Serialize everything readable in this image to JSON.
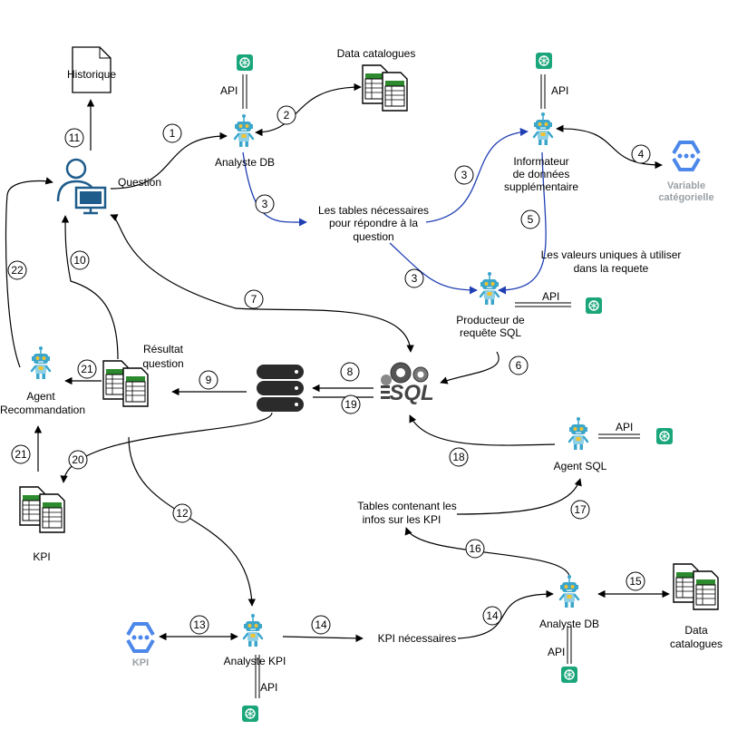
{
  "colors": {
    "agent_body": "#3aa6cc",
    "agent_body_light": "#8fd0e6",
    "agent_accent": "#f2c230",
    "openai_green": "#1aa67a",
    "gcp_blue": "#4c87ea",
    "user_blue": "#1e5c8c",
    "doc_green": "#2e8a2e",
    "flow_blue": "#1f3fb3",
    "grey_label": "#9aa0a6"
  },
  "icons": {
    "agent": "robot-agent-icon",
    "api": "openai-logo-icon",
    "gcp": "gcp-hexagon-icon",
    "doc": "spreadsheet-docs-icon",
    "db": "database-icon",
    "sql": "sql-gears-icon",
    "file": "file-icon",
    "user": "user-computer-icon"
  },
  "nodes": {
    "historique": "Historique",
    "data_catalogues_top": "Data catalogues",
    "analyste_db_top": "Analyste DB",
    "informateur": [
      "Informateur",
      "de données",
      "supplémentaire"
    ],
    "variable_categorielle": [
      "Variable",
      "catégorielle"
    ],
    "producteur": [
      "Producteur de",
      "requête SQL"
    ],
    "agent_recommandation": [
      "Agent",
      "Recommandation"
    ],
    "resultat": [
      "Résultat",
      "question"
    ],
    "kpi_doc": "KPI",
    "agent_sql": "Agent SQL",
    "analyste_kpi": "Analyste KPI",
    "kpi_gcp": "KPI",
    "analyste_db_bottom": "Analyste DB",
    "data_catalogues_bottom": [
      "Data",
      "catalogues"
    ],
    "question": "Question",
    "tables_necessaires": [
      "Les tables nécessaires",
      "pour répondre à la",
      "question"
    ],
    "valeurs_uniques": [
      "Les valeurs uniques à utiliser",
      "dans la requete"
    ],
    "tables_kpi": [
      "Tables contenant les",
      "infos  sur les KPI"
    ],
    "kpi_necessaires": "KPI nécessaires",
    "api": "API"
  },
  "steps": [
    "1",
    "2",
    "3",
    "3",
    "3",
    "4",
    "5",
    "6",
    "7",
    "8",
    "19",
    "9",
    "10",
    "11",
    "12",
    "13",
    "14",
    "14",
    "15",
    "16",
    "17",
    "18",
    "20",
    "21",
    "21",
    "22"
  ]
}
